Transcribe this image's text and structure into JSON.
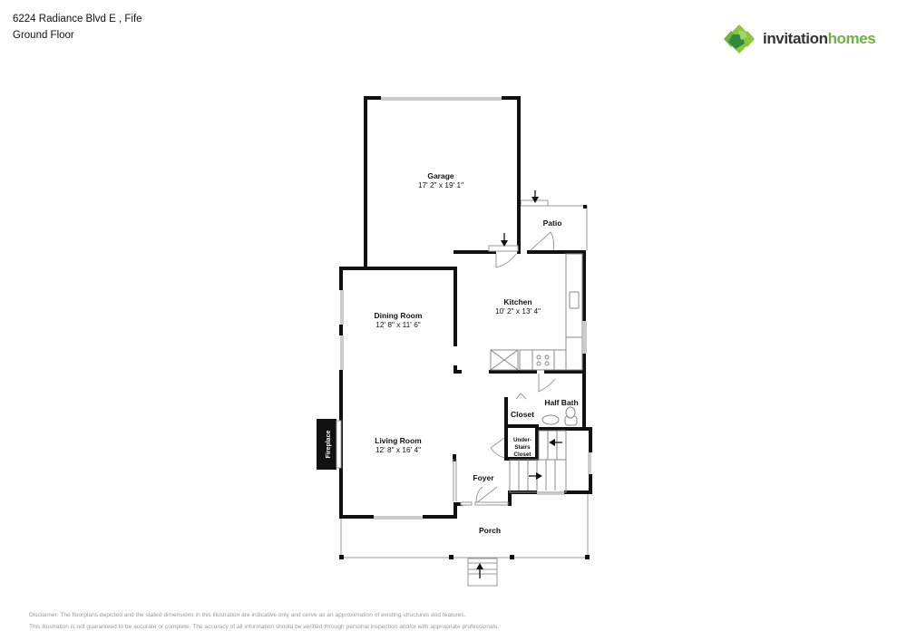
{
  "header": {
    "address": "6224 Radiance Blvd E , Fife",
    "floor": "Ground Floor"
  },
  "brand": {
    "name_part1": "invitation",
    "name_part2": "homes",
    "logo_icon": "clover-diamond-icon",
    "colors": {
      "light_green": "#8cc63f",
      "mid_green": "#6cb33f",
      "dark_green": "#2e8b3a",
      "text_dark": "#333333"
    }
  },
  "rooms": {
    "garage": {
      "name": "Garage",
      "dims": "17' 2\" x 19' 1\""
    },
    "patio": {
      "name": "Patio"
    },
    "kitchen": {
      "name": "Kitchen",
      "dims": "10' 2\" x 13' 4\""
    },
    "dining": {
      "name": "Dining Room",
      "dims": "12' 8\" x 11' 6\""
    },
    "living": {
      "name": "Living Room",
      "dims": "12' 8\" x 16' 4\""
    },
    "half_bath": {
      "name": "Half Bath"
    },
    "closet": {
      "name": "Closet"
    },
    "under_stairs": {
      "line1": "Under-",
      "line2": "Stairs",
      "line3": "Closet"
    },
    "foyer": {
      "name": "Foyer"
    },
    "porch": {
      "name": "Porch"
    },
    "fireplace": {
      "name": "Fireplace"
    }
  },
  "disclaimer": {
    "line1": "Disclaimer: The floorplans depicted and the stated dimensions in this illustration are indicative only and serve as an approximation of existing structures and features.",
    "line2": "This illustration is not guaranteed to be accurate or complete. The accuracy of all information should be verified through personal inspection and/or with appropriate professionals."
  }
}
